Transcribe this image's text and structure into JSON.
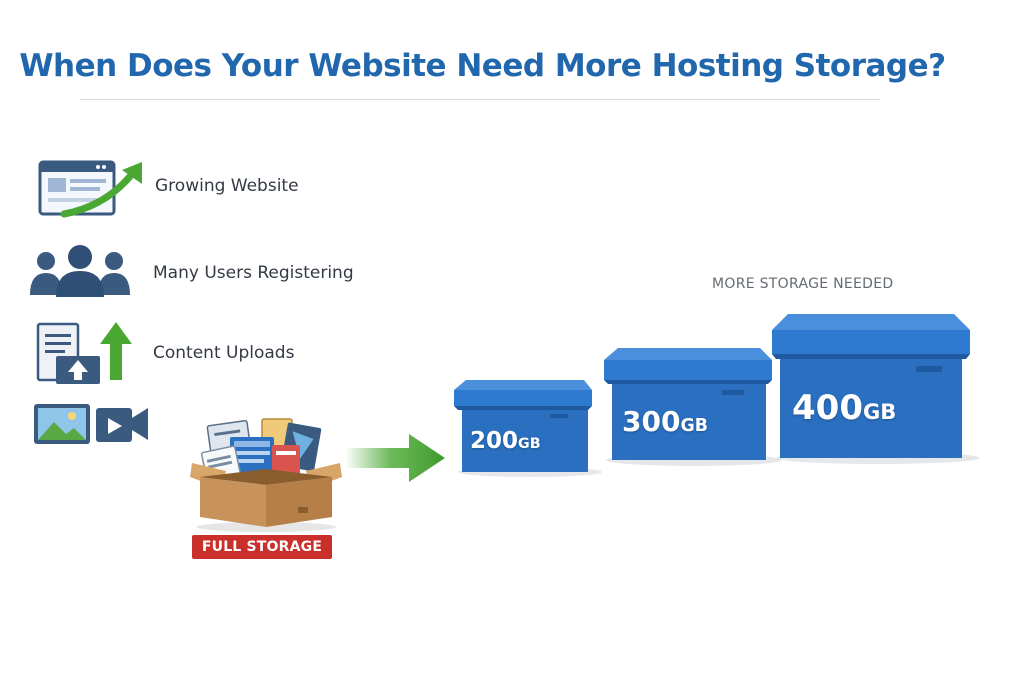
{
  "title": "When Does Your Website Need More Hosting Storage?",
  "reasons": [
    {
      "label": "Growing Website",
      "icon": "browser-growth-arrow-icon"
    },
    {
      "label": "Many Users Registering",
      "icon": "users-group-icon"
    },
    {
      "label": "Content Uploads",
      "icon": "document-upload-icon"
    }
  ],
  "media_icons": [
    "image-file-icon",
    "video-camera-icon"
  ],
  "full_storage": {
    "badge": "FULL STORAGE",
    "icon": "overflowing-cardboard-box-icon"
  },
  "more_storage_caption": "MORE STORAGE NEEDED",
  "storage_boxes": [
    {
      "amount": "200",
      "unit": "GB"
    },
    {
      "amount": "300",
      "unit": "GB"
    },
    {
      "amount": "400",
      "unit": "GB"
    }
  ],
  "colors": {
    "title": "#2167ad",
    "box_blue": "#2a6fc0",
    "arrow_green": "#4aa832",
    "badge_red": "#c9302c",
    "cardboard": "#c8935a"
  }
}
